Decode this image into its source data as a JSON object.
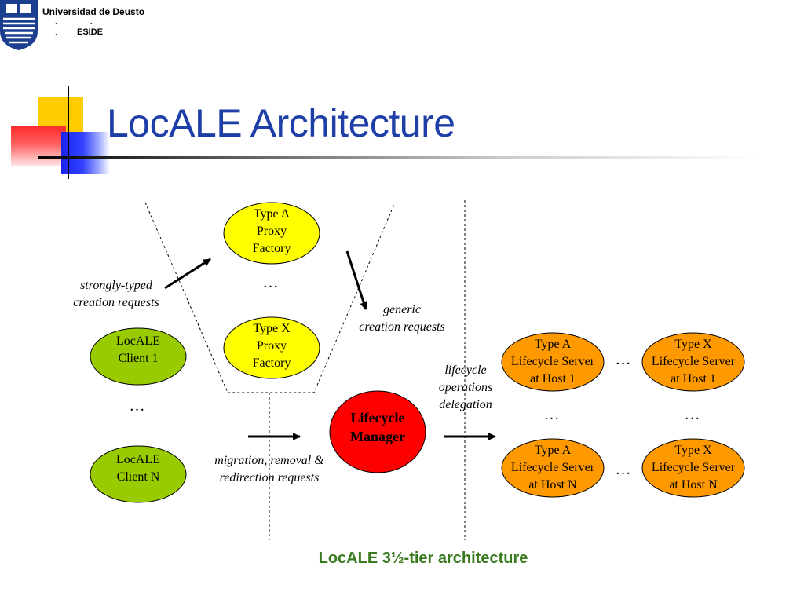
{
  "header": {
    "university": "Universidad de Deusto",
    "dots": ". . . .",
    "school": "ESIDE"
  },
  "slide": {
    "title": "LocALE Architecture",
    "caption": "LocALE 3½-tier architecture"
  },
  "diagram": {
    "nodes": {
      "type_a_proxy_factory": [
        "Type A",
        "Proxy",
        "Factory"
      ],
      "type_x_proxy_factory": [
        "Type X",
        "Proxy",
        "Factory"
      ],
      "locale_client_1": [
        "LocALE",
        "Client 1"
      ],
      "locale_client_n": [
        "LocALE",
        "Client N"
      ],
      "lifecycle_manager": [
        "Lifecycle",
        "Manager"
      ],
      "type_a_server_host1": [
        "Type A",
        "Lifecycle Server",
        "at Host 1"
      ],
      "type_x_server_host1": [
        "Type X",
        "Lifecycle Server",
        "at Host 1"
      ],
      "type_a_server_hostn": [
        "Type A",
        "Lifecycle Server",
        "at Host N"
      ],
      "type_x_server_hostn": [
        "Type X",
        "Lifecycle Server",
        "at Host N"
      ]
    },
    "labels": {
      "strongly_typed": [
        "strongly-typed",
        "creation requests"
      ],
      "generic": [
        "generic",
        "creation requests"
      ],
      "lifecycle_ops": [
        "lifecycle",
        "operations",
        "delegation"
      ],
      "migration": [
        "migration, removal &",
        "redirection requests"
      ]
    },
    "ellipsis": "…"
  },
  "colors": {
    "title": "#1e3ea8",
    "caption": "#3a7a1e",
    "proxy_factory": "#ffff00",
    "client": "#99cc00",
    "lifecycle_manager": "#ff0000",
    "lifecycle_server": "#ff9900"
  }
}
